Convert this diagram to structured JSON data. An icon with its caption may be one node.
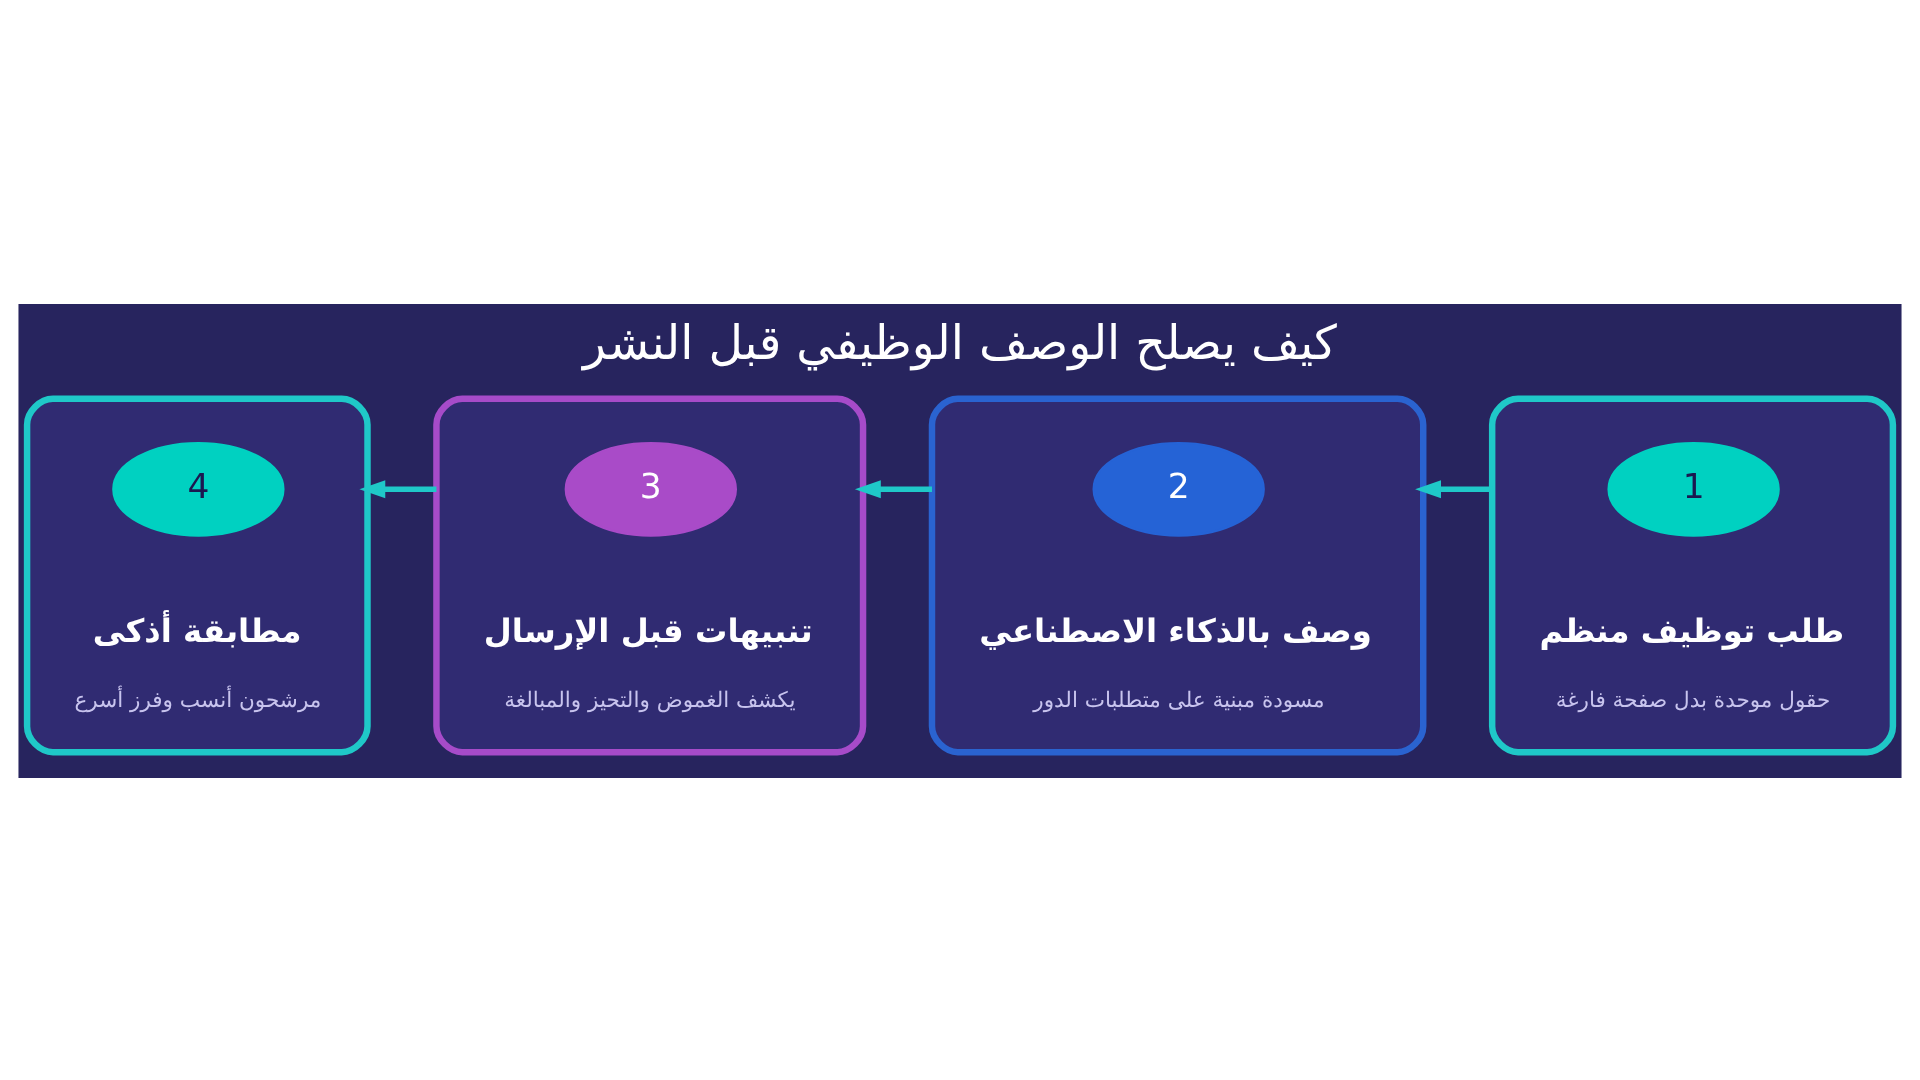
{
  "diagram": {
    "title": "كيف يصلح الوصف الوظيفي قبل النشر",
    "nodes": [
      {
        "text": [
          "طلب توظيف منظم",
          "حقول موحدة بدل صفحة فارغة"
        ]
      },
      {
        "text": [
          "1"
        ],
        "in": 0
      },
      {
        "text": [
          "وصف بالذكاء الاصطناعي",
          "مسودة مبنية على متطلبات الدور"
        ]
      },
      {
        "text": [
          "2"
        ],
        "in": 2
      },
      {
        "text": [
          "تنبيهات قبل الإرسال",
          "يكشف الغموض والتحيز والمبالغة"
        ]
      },
      {
        "text": [
          "3"
        ],
        "in": 4
      },
      {
        "text": [
          "مطابقة أذكى",
          "مرشحون أنسب وفرز أسرع"
        ]
      },
      {
        "text": [
          "4"
        ],
        "in": 6
      }
    ],
    "edges": [
      {
        "from": 0,
        "to": 2,
        "arrow": "to"
      },
      {
        "from": 2,
        "to": 4,
        "arrow": "to"
      },
      {
        "from": 4,
        "to": 6,
        "arrow": "to"
      }
    ]
  }
}
